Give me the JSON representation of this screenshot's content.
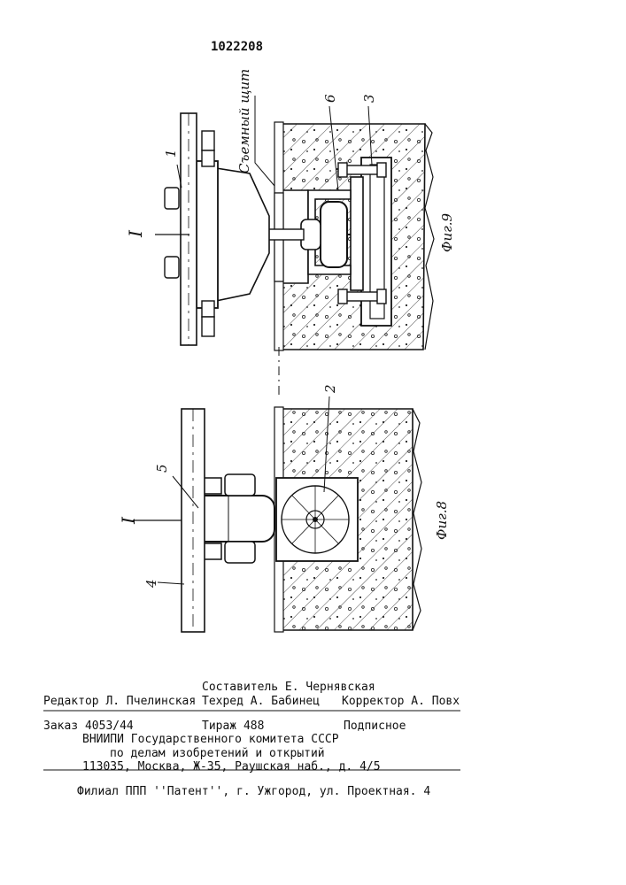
{
  "header": {
    "patent_number": "1022208"
  },
  "figures": {
    "fig9": {
      "caption": "Фиг.9",
      "labels": {
        "l1": "1",
        "l3": "3",
        "l6": "6",
        "section": "I",
        "shield": "Съемный щит"
      }
    },
    "fig8": {
      "caption": "Фиг.8",
      "labels": {
        "l2": "2",
        "l4": "4",
        "l5": "5",
        "section": "I"
      }
    }
  },
  "footer": {
    "compiler": "Составитель Е. Чернявская",
    "editor": "Редактор Л. Пчелинская",
    "techred": "Техред А. Бабинец",
    "corrector": "Корректор А. Повх",
    "order": "Заказ 4053/44",
    "circulation": "Тираж 488",
    "subscription": "Подписное",
    "org_line1": "ВНИИПИ Государственного комитета СССР",
    "org_line2": "по делам изобретений и открытий",
    "org_line3": "113035, Москва, Ж-35, Раушская наб., д. 4/5",
    "branch": "Филиал ППП ''Патент'', г. Ужгород, ул. Проектная. 4"
  }
}
